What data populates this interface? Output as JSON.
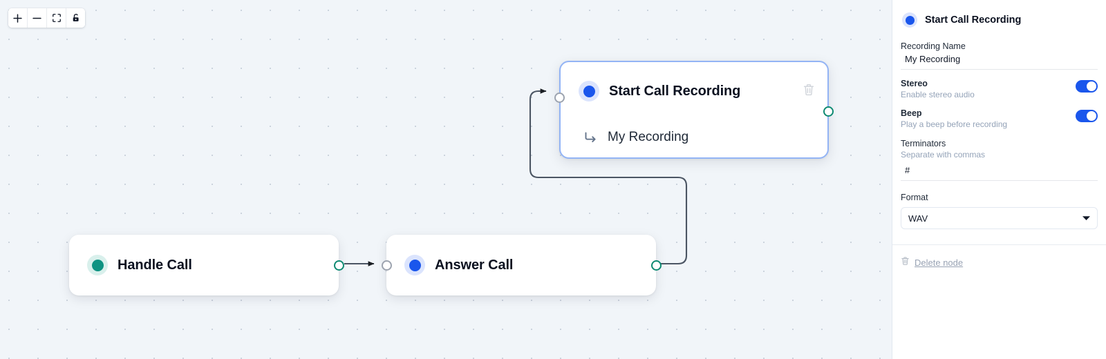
{
  "canvas": {
    "toolbar": [
      {
        "name": "zoom-in",
        "icon": "plus-icon",
        "label": "+"
      },
      {
        "name": "zoom-out",
        "icon": "minus-icon",
        "label": "−"
      },
      {
        "name": "fit-view",
        "icon": "fit-view-icon",
        "label": "fit"
      },
      {
        "name": "lock",
        "icon": "lock-icon",
        "label": "lock"
      }
    ],
    "nodes": [
      {
        "id": "handle-call",
        "title": "Handle Call",
        "dot_color": "#0e9382",
        "halo_color": "#d9f0ec",
        "selected": false,
        "has_subtitle": false,
        "has_trash": false
      },
      {
        "id": "answer-call",
        "title": "Answer Call",
        "dot_color": "#1a56ec",
        "halo_color": "#dbe4fd",
        "selected": false,
        "has_subtitle": false,
        "has_trash": false
      },
      {
        "id": "start-call-recording",
        "title": "Start Call Recording",
        "subtitle": "My Recording",
        "dot_color": "#1a56ec",
        "halo_color": "#dbe4fd",
        "selected": true,
        "has_subtitle": true,
        "has_trash": true
      }
    ]
  },
  "panel": {
    "title": "Start Call Recording",
    "accent_color": "#1a56ec",
    "recording_name": {
      "label": "Recording Name",
      "value": "My Recording",
      "placeholder": "My Recording"
    },
    "stereo": {
      "label": "Stereo",
      "hint": "Enable stereo audio",
      "value": "on"
    },
    "beep": {
      "label": "Beep",
      "hint": "Play a beep before recording",
      "value": "on"
    },
    "terminators": {
      "label": "Terminators",
      "hint": "Separate with commas",
      "value": "#",
      "placeholder": "#"
    },
    "format": {
      "label": "Format",
      "value": "WAV"
    },
    "delete": {
      "label": "Delete node",
      "icon": "trash-icon"
    }
  }
}
